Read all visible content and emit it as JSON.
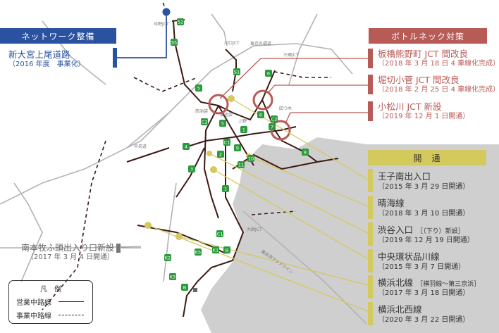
{
  "network": {
    "header": "ネットワーク整備",
    "items": [
      {
        "title": "新大宮上尾道路",
        "date": "（2016 年度　事業化）"
      }
    ]
  },
  "bottleneck": {
    "header": "ボトルネック対策",
    "items": [
      {
        "title": "板橋熊野町 JCT 間改良",
        "date": "（2018 年 3 月 18 日 4 車線化完成）"
      },
      {
        "title": "堀切小菅 JCT 間改良",
        "date": "（2018 年 2 月 25 日 4 車線化完成）"
      },
      {
        "title": "小松川 JCT 新設",
        "date": "（2019 年 12 月 1 日開通）"
      }
    ]
  },
  "opening": {
    "header": "開　通",
    "items": [
      {
        "title": "王子南出入口",
        "sub": "",
        "date": "（2015 年 3 月 29 日開通）"
      },
      {
        "title": "晴海線",
        "sub": "",
        "date": "（2018 年 3 月 10 日開通）"
      },
      {
        "title": "渋谷入口",
        "sub": "［（下り）新設］",
        "date": "（2019 年 12 月 19 日開通）"
      },
      {
        "title": "中央環状品川線",
        "sub": "",
        "date": "（2015 年 3 月 7 日開通）"
      },
      {
        "title": "横浜北線",
        "sub": "［横羽線〜第三京浜］",
        "date": "（2017 年 3 月 18 日開通）"
      },
      {
        "title": "横浜北西線",
        "sub": "",
        "date": "（2020 年 3 月 22 日開通）"
      }
    ]
  },
  "minamihonmoku": {
    "title": "南本牧ふ頭出入り口新設",
    "date": "（2017 年 3 月 4 日開通）"
  },
  "legend": {
    "title": "凡　例",
    "operating": "営業中路線",
    "construction": "事業中路線"
  },
  "map_labels": {
    "yono": "与野JCT",
    "kawaguchi": "川口JCT",
    "gaikan": "東京外環道",
    "misato": "三郷JCT",
    "nishiikebukuro": "西池袋",
    "higashiikebukuro": "東池袋",
    "ueno": "上野",
    "yotsugi": "四つ木",
    "chuo": "中央道",
    "aqualine": "東京湾アクアライン",
    "daikoku": "大師JCT"
  },
  "shields": [
    "52",
    "S5",
    "5",
    "S1",
    "6",
    "6",
    "C2",
    "C2",
    "5",
    "1",
    "7",
    "4",
    "C1",
    "9",
    "3",
    "2",
    "11",
    "1",
    "C1",
    "10",
    "8",
    "K1",
    "K5",
    "B",
    "K2",
    "K3",
    "B"
  ],
  "colors": {
    "network": "#2a52a0",
    "bottleneck": "#b85a55",
    "opening": "#d4c95c",
    "road": "#3b1a14",
    "sea": "#cfcfcf"
  }
}
